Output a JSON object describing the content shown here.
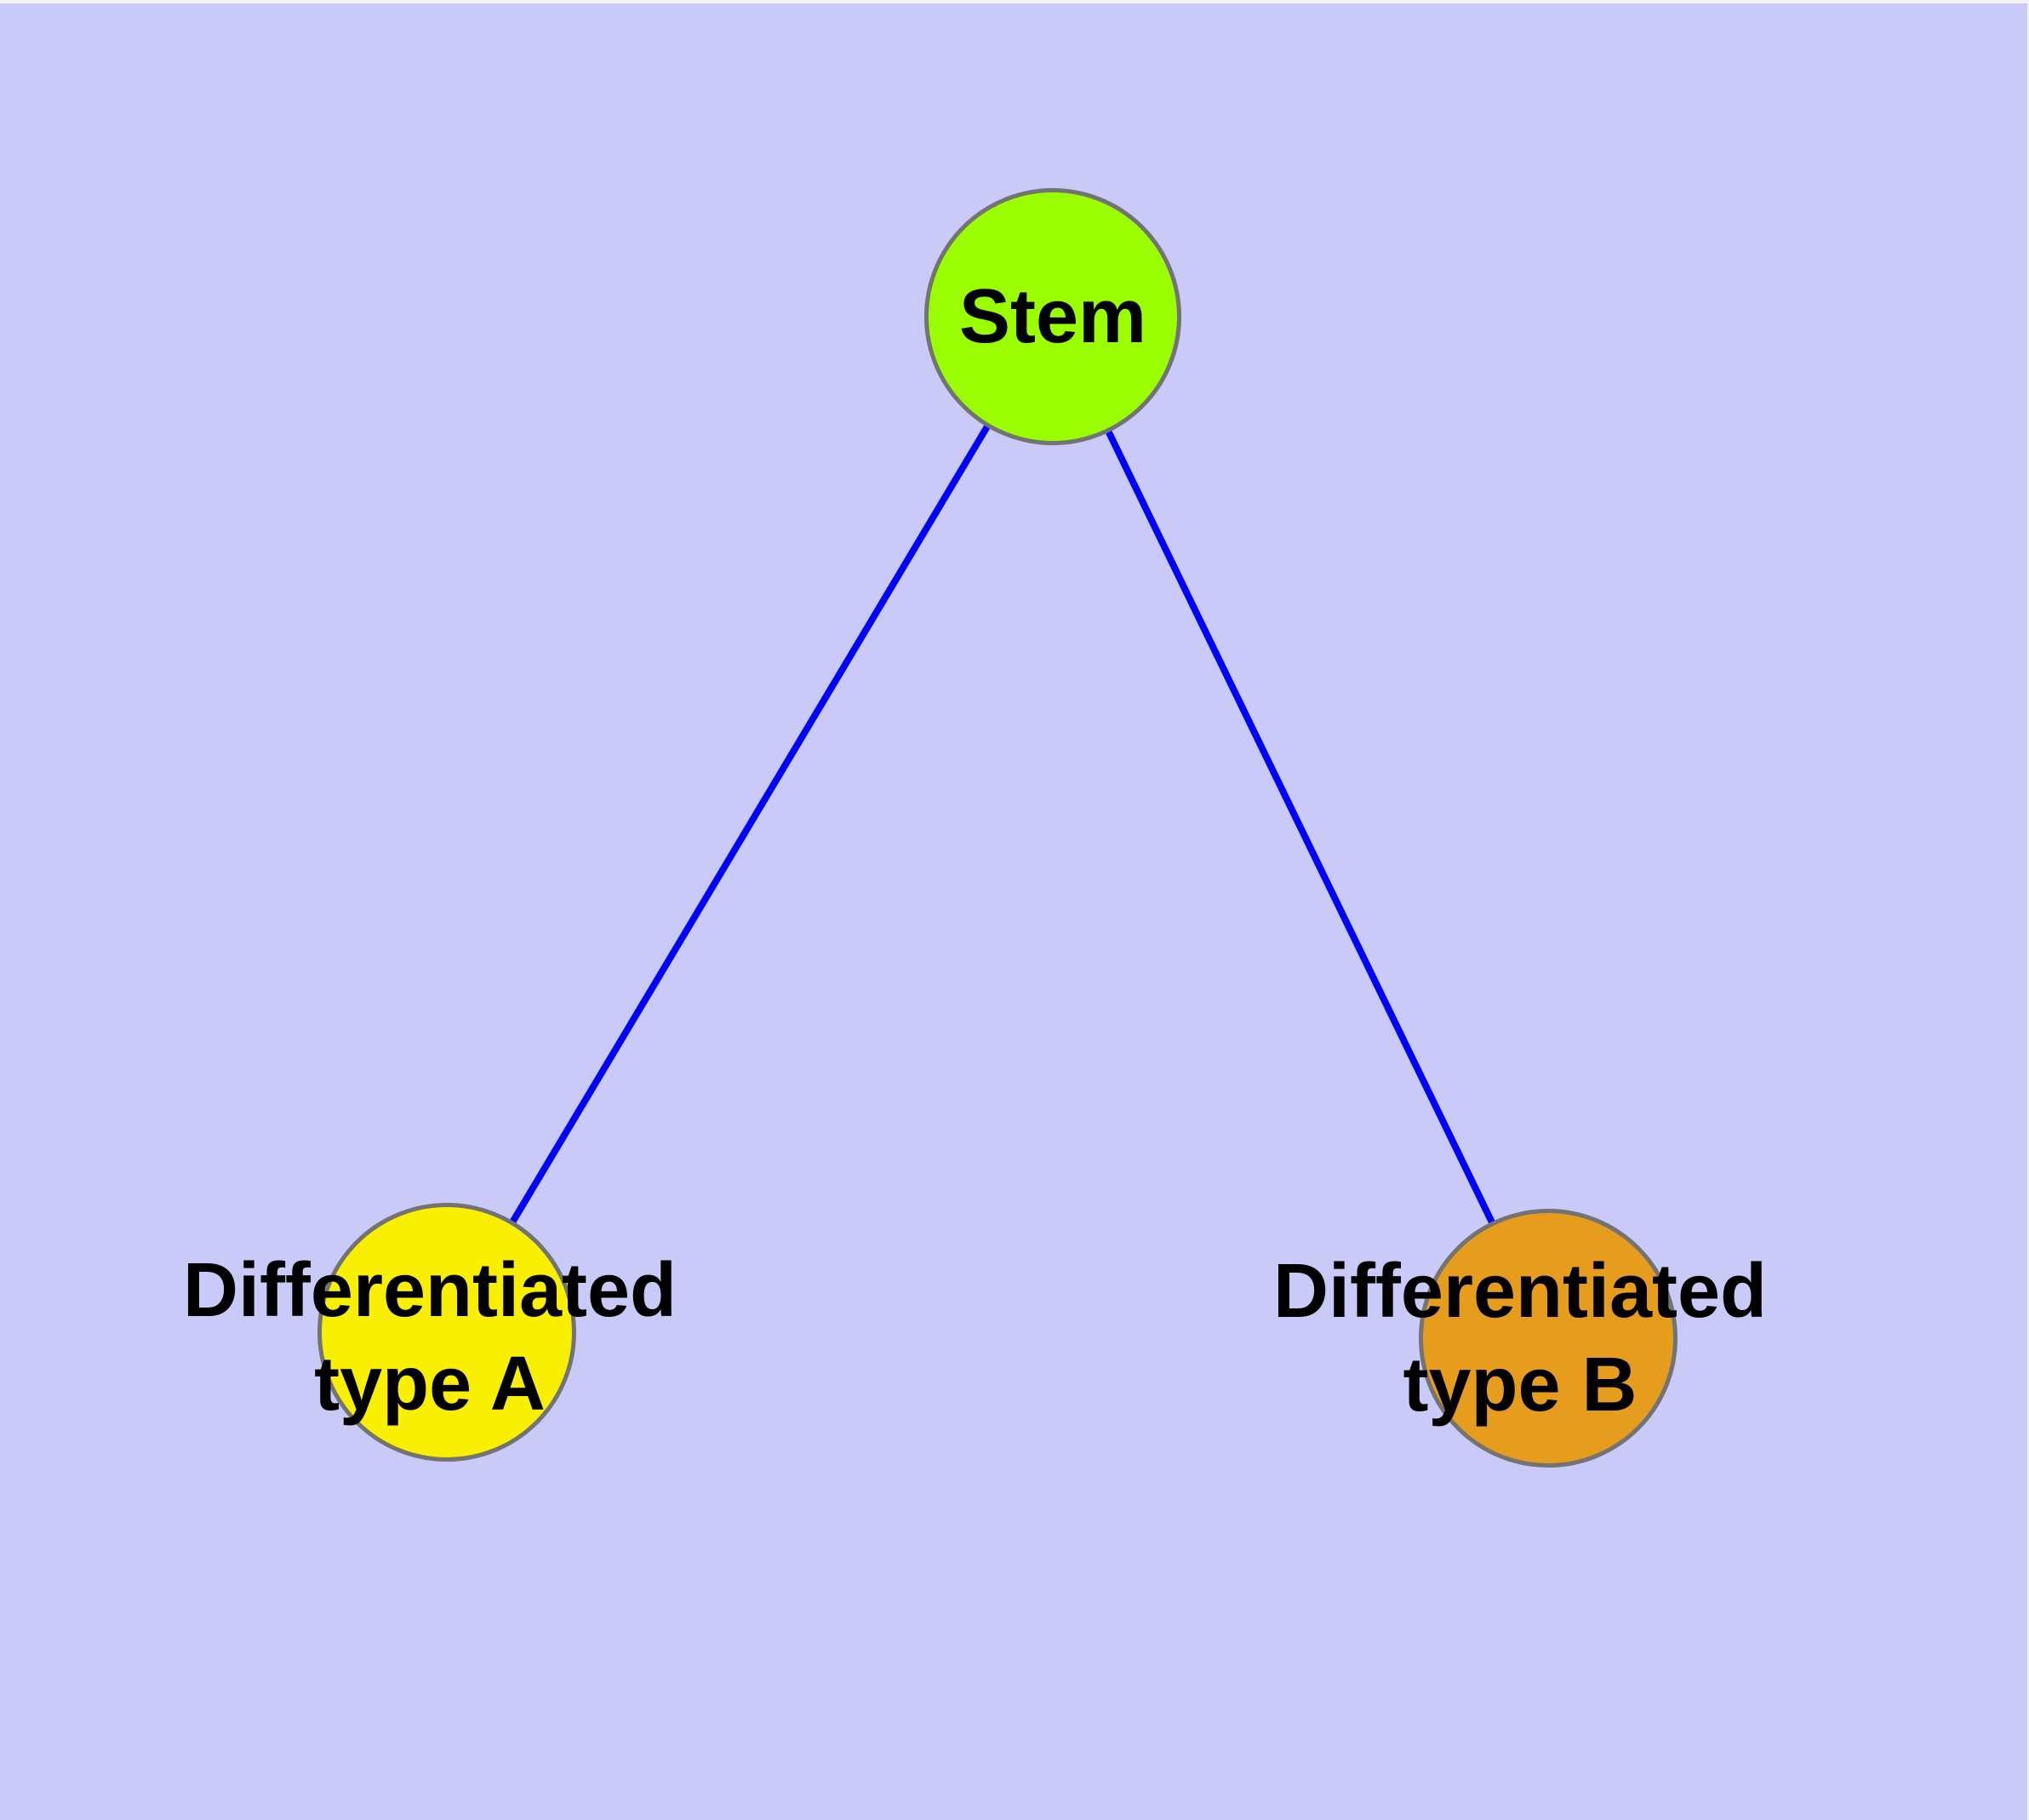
{
  "canvas": {
    "background": "#cacaf8",
    "frame_color": "#f3f3f6"
  },
  "nodes": {
    "stem": {
      "label": "Stem",
      "fill": "#9afe01",
      "border": "#737373",
      "text_color": "#000000"
    },
    "type_a": {
      "label": "Differentiated\ntype A",
      "fill": "#f8f000",
      "border": "#737373",
      "text_color": "#000000"
    },
    "type_b": {
      "label": "Differentiated\ntype B",
      "fill": "#e69d1e",
      "border": "#737373",
      "text_color": "#000000"
    }
  },
  "edges": {
    "color": "#0000fd",
    "stroke_width": "8",
    "connections": [
      {
        "from": "Stem",
        "to": "Differentiated type A"
      },
      {
        "from": "Stem",
        "to": "Differentiated type B"
      }
    ]
  }
}
